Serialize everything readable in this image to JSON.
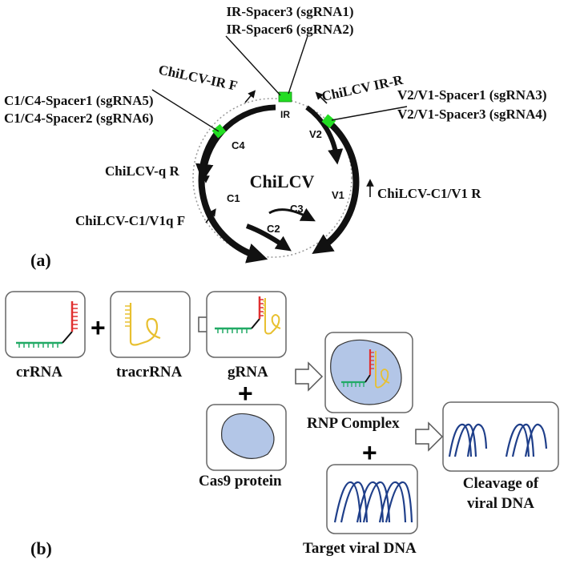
{
  "panel_a": {
    "letter": "(a)",
    "center_label": "ChiLCV",
    "ir_label": "IR",
    "genes": {
      "c4": "C4",
      "c1": "C1",
      "c2": "C2",
      "c3": "C3",
      "v2": "V2",
      "v1": "V1"
    },
    "spacers": {
      "ir_line1": "IR-Spacer3 (sgRNA1)",
      "ir_line2": "IR-Spacer6 (sgRNA2)",
      "c_line1": "C1/C4-Spacer1 (sgRNA5)",
      "c_line2": "C1/C4-Spacer2 (sgRNA6)",
      "v_line1": "V2/V1-Spacer1 (sgRNA3)",
      "v_line2": "V2/V1-Spacer3 (sgRNA4)"
    },
    "primers": {
      "ir_f": "ChiLCV-IR F",
      "ir_r": "ChiLCV IR-R",
      "q_r": "ChiLCV-q R",
      "c1v1q_f": "ChiLCV-C1/V1q F",
      "c1v1_r": "ChiLCV-C1/V1 R"
    },
    "colors": {
      "spacer_marker": "#22dd22",
      "genome": "#111111"
    }
  },
  "panel_b": {
    "letter": "(b)",
    "labels": {
      "crrna": "crRNA",
      "tracrrna": "tracrRNA",
      "grna": "gRNA",
      "cas9": "Cas9 protein",
      "rnp": "RNP Complex",
      "target": "Target viral DNA",
      "cleavage_line1": "Cleavage of",
      "cleavage_line2": "viral DNA"
    },
    "plus": "+",
    "colors": {
      "crrna_stem": "#e03030",
      "crrna_tail": "#22aa66",
      "tracr": "#e8c030",
      "protein": "#b3c6e7",
      "dna": "#1f3f8a"
    }
  }
}
